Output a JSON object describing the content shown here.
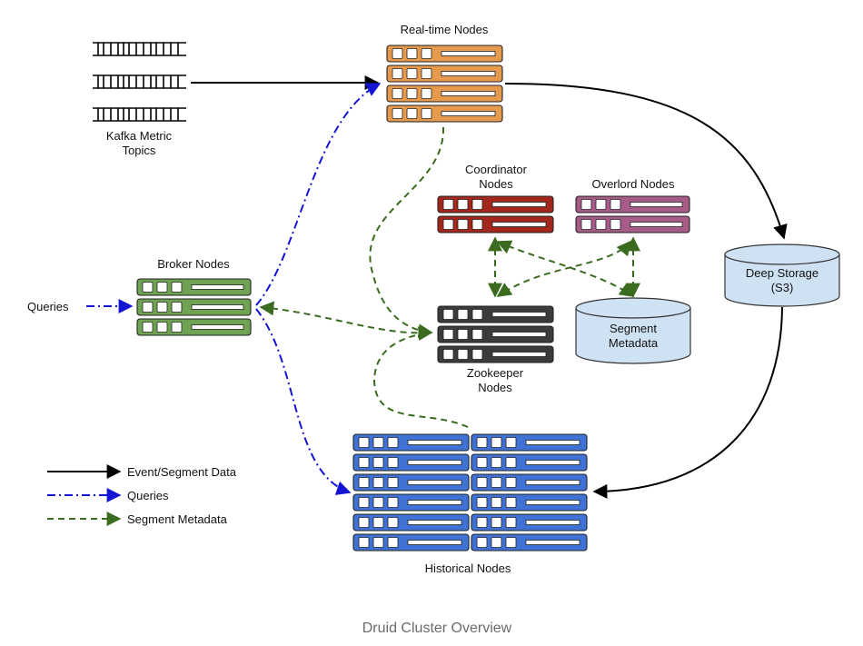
{
  "caption": "Druid Cluster Overview",
  "colors": {
    "realtime": "#e69a4e",
    "coordinator": "#a3271c",
    "overlord": "#a65c86",
    "broker": "#6fa253",
    "zookeeper": "#3b3b3b",
    "historical": "#3f72d4",
    "storage": "#cfe2f3",
    "event_line": "#000000",
    "query_line": "#1414d4",
    "metadata_line": "#3a6b1f"
  },
  "nodes": {
    "kafka": {
      "label_line1": "Kafka Metric",
      "label_line2": "Topics"
    },
    "realtime": {
      "label": "Real-time Nodes"
    },
    "coordinator": {
      "label_line1": "Coordinator",
      "label_line2": "Nodes"
    },
    "overlord": {
      "label": "Overlord Nodes"
    },
    "broker": {
      "label": "Broker Nodes"
    },
    "zookeeper": {
      "label_line1": "Zookeeper",
      "label_line2": "Nodes"
    },
    "historical": {
      "label": "Historical Nodes"
    },
    "deep_storage": {
      "label_line1": "Deep Storage",
      "label_line2": "(S3)"
    },
    "segment_metadata": {
      "label_line1": "Segment",
      "label_line2": "Metadata"
    },
    "queries_input": {
      "label": "Queries"
    }
  },
  "legend": {
    "event": "Event/Segment Data",
    "queries": "Queries",
    "metadata": "Segment Metadata"
  }
}
